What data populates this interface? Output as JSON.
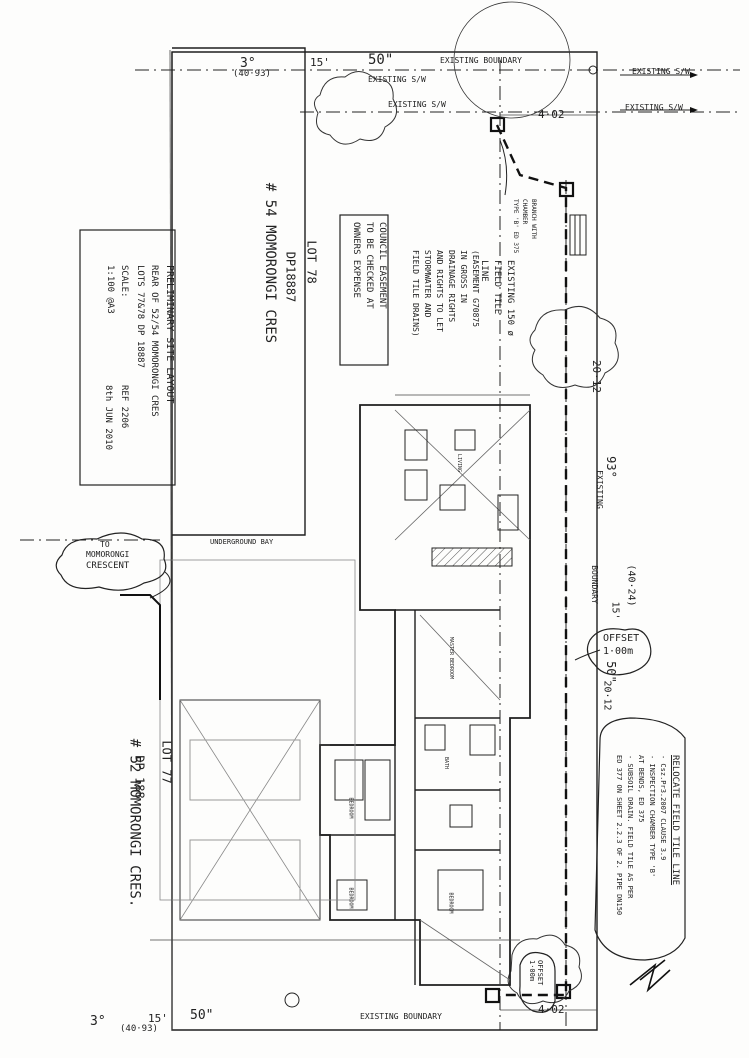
{
  "top_dims": {
    "bearing": "3°",
    "bearing_value": "(40·93)",
    "minutes": "15'",
    "seconds": "50\""
  },
  "boundary": {
    "top": "EXISTING BOUNDARY",
    "bottom": "EXISTING BOUNDARY",
    "right": "93°",
    "right2": "EXISTING",
    "right3": "BOUNDARY"
  },
  "stormwater": {
    "sw1": "EXISTING S/W",
    "sw2": "EXISTING S/W",
    "sw3": "EXISTING S/W",
    "sw4": "EXISTING S/W"
  },
  "offsets": {
    "top_offset": "4·02",
    "bottom_offset": "4·02",
    "offset_box": "OFFSET 1·00m",
    "offset_box_bottom": "OFFSET 1·00m"
  },
  "right_dims": {
    "d1": "20·12",
    "d2": "(40·24)",
    "d3": "15'",
    "d4": "50\"",
    "d5": "20·12"
  },
  "bottom_dims": {
    "bearing": "3°",
    "minutes": "15'",
    "bearing_value": "(40·93)",
    "seconds": "50\""
  },
  "lots": {
    "lot78": "LOT 78",
    "dp78": "DP18887",
    "address54": "# 54 MOMORONGI CRES",
    "lot77": "LOT 77",
    "dp77": "DP 188",
    "address52": "# 52 MOMORONGI CRES."
  },
  "title_block": {
    "line1": "PRELIMINARY SITE LAYOUT",
    "line2": "REAR OF 52/54 MOMORONGI CRES",
    "line3": "LOTS 77&78 DP 18887",
    "line4": "SCALE:",
    "line5": "1:100 @A3",
    "line6": "REF 2206",
    "line7": "8th JUN 2010"
  },
  "council_note": {
    "line1": "COUNCIL EASEMENT",
    "line2": "TO BE CHECKED AT",
    "line3": "OWNERS EXPENSE"
  },
  "easement_note": {
    "line1": "(EASEMENT G70875",
    "line2": "IN GROSS IN",
    "line3": "DRAINAGE RIGHTS",
    "line4": "AND RIGHTS TO LET",
    "line5": "STORMWATER AND",
    "line6": "FIELD TILE DRAINS)"
  },
  "field_tile": {
    "line1": "EXISTING 150 ø",
    "line2": "FIELD TILE",
    "line3": "LINE"
  },
  "chamber": {
    "line1": "BRANCH WITH",
    "line2": "CHAMBER",
    "line3": "TYPE 'B' ED 375"
  },
  "relocate": {
    "title": "RELOCATE FIELD TILE LINE",
    "line1": "- Csz.Pr3.2007 CLAUSE 3.9",
    "line2": "- INSPECTION CHAMBER TYPE 'B'",
    "line3": "  AT BENDS, ED 375",
    "line4": "- SUBSOIL DRAIN. FIELD TILE AS PER",
    "line5": "  ED 377 ON SHEET 2.2.3 OF 2. PIPE DN150"
  },
  "underground": "UNDERGROUND BAY",
  "to_street": {
    "line1": "TO",
    "line2": "MOMORONGI",
    "line3": "CRESCENT"
  },
  "rooms": {
    "r1": "BEDROOM",
    "r2": "BEDROOM",
    "r3": "BEDROOM",
    "r4": "MASTER BEDROOM",
    "r5": "BATH",
    "r6": "LIVING"
  },
  "colors": {
    "ink": "#1e1e1e",
    "paper": "#fdfdfc",
    "faint": "#7a7a7a"
  }
}
